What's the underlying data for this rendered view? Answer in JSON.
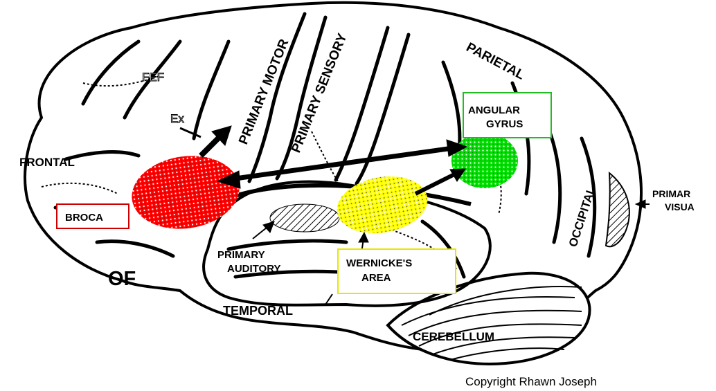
{
  "labels": {
    "frontal": "FRONTAL",
    "fef": "FEF",
    "ex": "Ex",
    "primary_motor": "PRIMARY MOTOR",
    "primary_sensory": "PRIMARY SENSORY",
    "parietal": "PARIETAL",
    "angular_gyrus_line1": "ANGULAR",
    "angular_gyrus_line2": "GYRUS",
    "broca": "BROCA",
    "of": "OF",
    "primary_auditory_line1": "PRIMARY",
    "primary_auditory_line2": "AUDITORY",
    "wernicke_line1": "WERNICKE'S",
    "wernicke_line2": "AREA",
    "temporal": "TEMPORAL",
    "occipital": "OCCIPITAL",
    "primary_visual_line1": "PRIMAR",
    "primary_visual_line2": "VISUA",
    "cerebellum": "CEREBELLUM",
    "copyright": "Copyright Rhawn Joseph"
  },
  "colors": {
    "broca": "#ff0000",
    "wernicke": "#ffff00",
    "angular_gyrus": "#00dd00",
    "broca_box": "#cc0000",
    "wernicke_box": "#e6e600",
    "angular_box": "#22bb22"
  }
}
